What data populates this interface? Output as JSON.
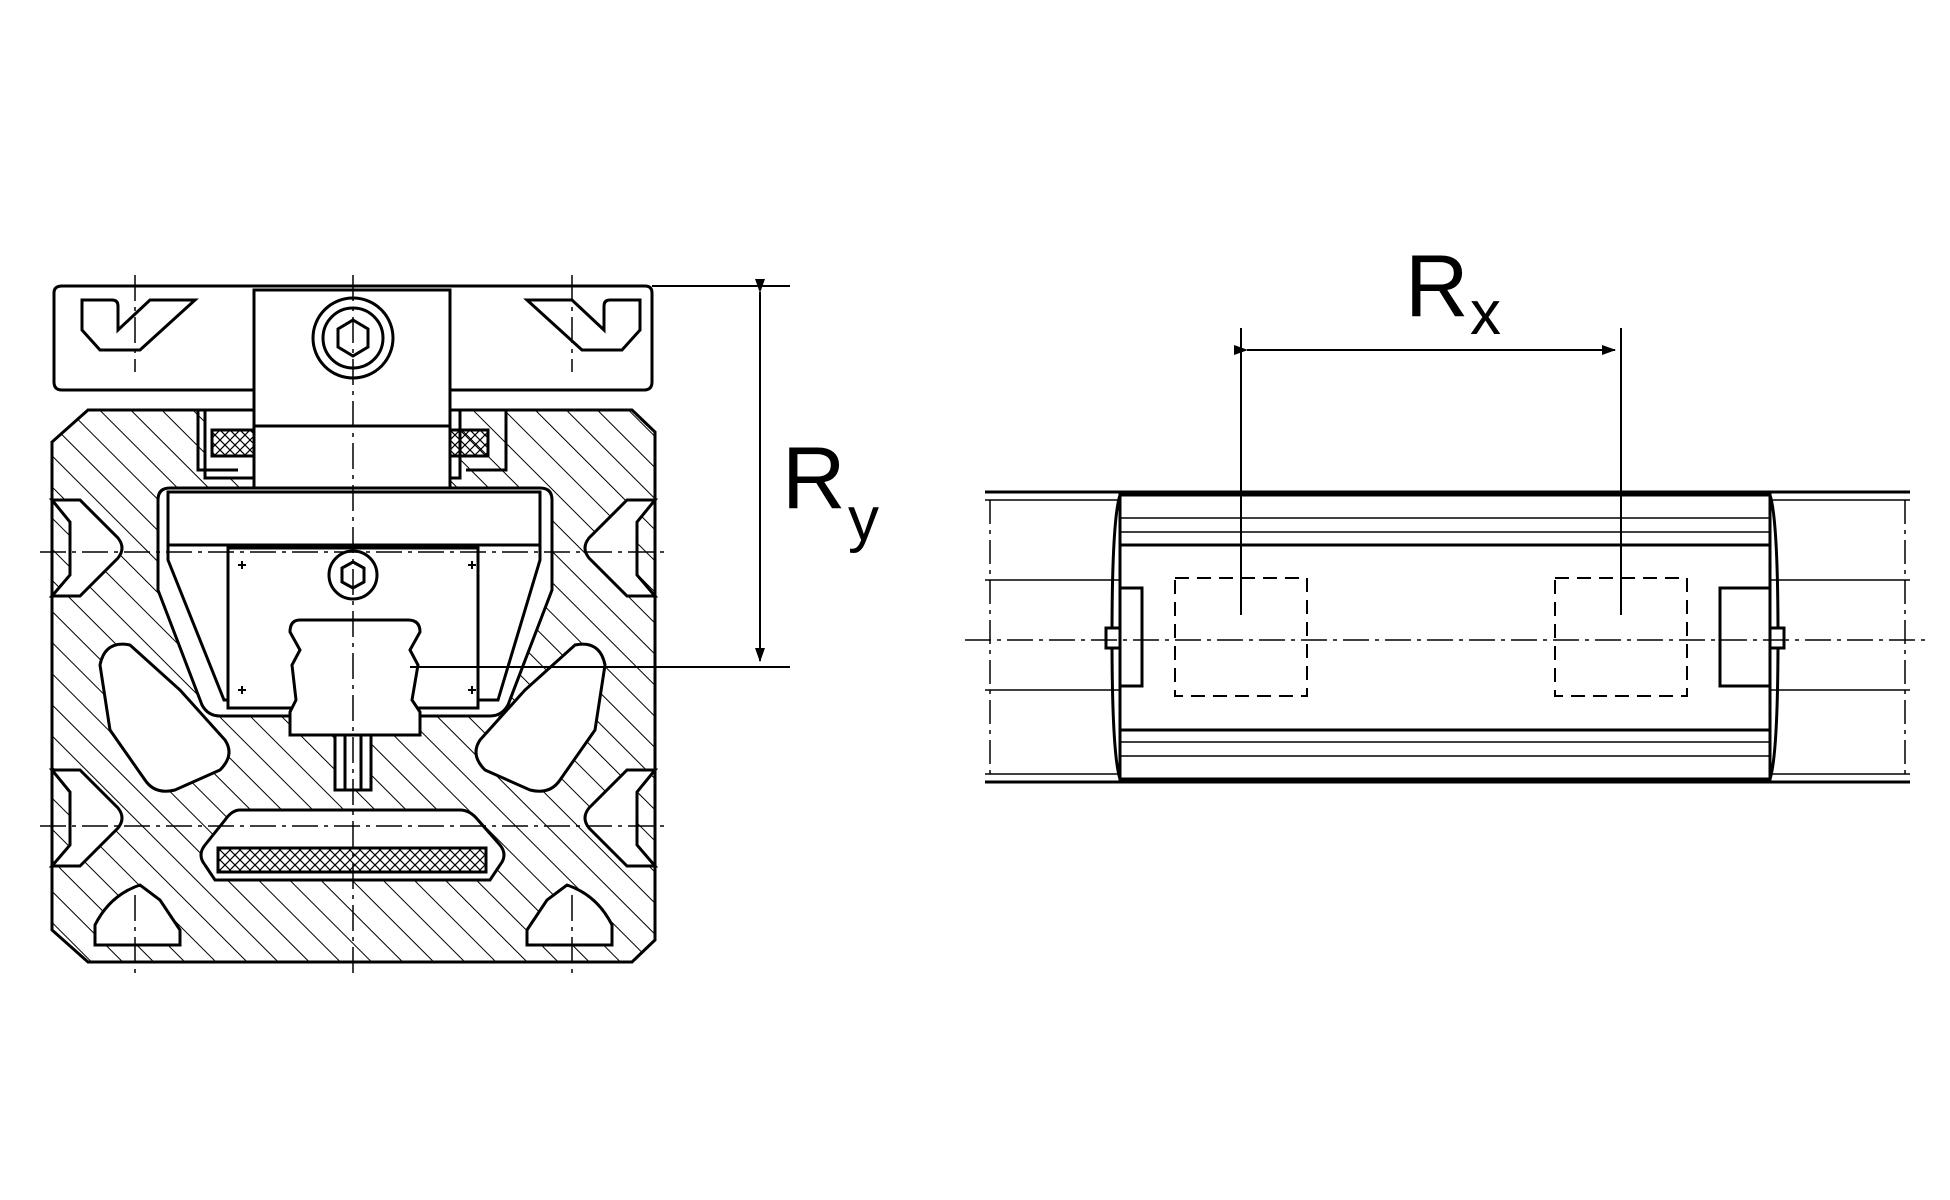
{
  "dimensions": {
    "ry": {
      "main": "R",
      "sub": "y"
    },
    "rx": {
      "main": "R",
      "sub": "x"
    }
  },
  "colors": {
    "line": "#000000",
    "background": "#ffffff",
    "hatch": "#000000"
  }
}
